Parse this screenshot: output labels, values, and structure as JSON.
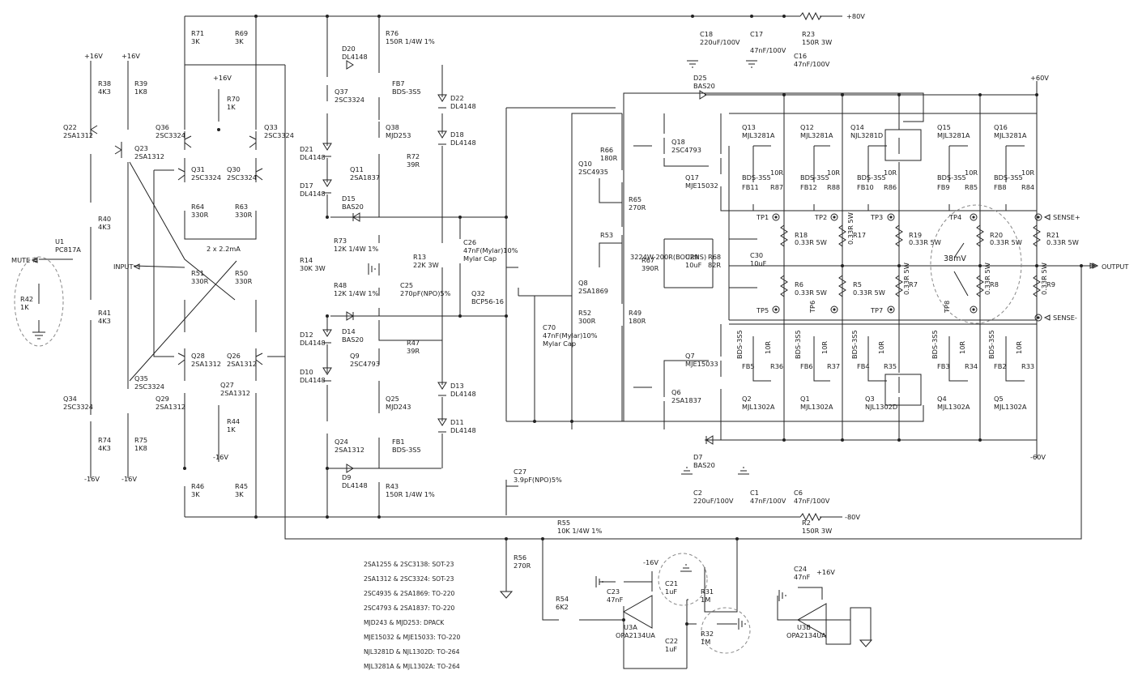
{
  "rails": {
    "pos80": "+80V",
    "neg80": "-80V",
    "pos60": "+60V",
    "neg60": "-60V",
    "pos16": "+16V",
    "neg16": "-16V"
  },
  "ports": {
    "mute": "MUTE #",
    "input": "INPUT",
    "output": "OUTPUT",
    "sense_pos": "SENSE+",
    "sense_neg": "SENSE-"
  },
  "notes": {
    "current": "2 x 2.2mA",
    "bias": "38mV"
  },
  "labels": [
    "R38",
    "4K3",
    "R39",
    "1K8",
    "Q22",
    "2SA1312",
    "Q23",
    "2SA1312",
    "R40",
    "4K3",
    "U1",
    "PC817A",
    "R42",
    "1K",
    "R41",
    "4K3",
    "Q35",
    "2SC3324",
    "Q34",
    "2SC3324",
    "R74",
    "4K3",
    "R75",
    "1K8",
    "R71",
    "3K",
    "R69",
    "3K",
    "R70",
    "1K",
    "Q36",
    "2SC3324",
    "Q33",
    "2SC3324",
    "Q31",
    "2SC3324",
    "Q30",
    "2SC3324",
    "R64",
    "330R",
    "R63",
    "330R",
    "R51",
    "330R",
    "R50",
    "330R",
    "Q28",
    "2SA1312",
    "Q26",
    "2SA1312",
    "Q27",
    "2SA1312",
    "Q29",
    "2SA1312",
    "R44",
    "1K",
    "R46",
    "3K",
    "R45",
    "3K",
    "D20",
    "DL4148",
    "R76",
    "150R 1/4W 1%",
    "Q37",
    "2SC3324",
    "FB7",
    "BDS-3S5",
    "D22",
    "DL4148",
    "D18",
    "DL4148",
    "Q38",
    "MJD253",
    "D21",
    "DL4148",
    "Q11",
    "2SA1837",
    "R72",
    "39R",
    "D17",
    "DL4148",
    "D15",
    "BAS20",
    "R73",
    "12K 1/4W 1%",
    "R14",
    "30K 3W",
    "R13",
    "22K 3W",
    "C26",
    "47nF(Mylar)10%",
    "Mylar Cap",
    "R48",
    "12K 1/4W 1%",
    "C25",
    "270pF(NPO)5%",
    "Q32",
    "BCP56-16",
    "D14",
    "BAS20",
    "D12",
    "DL4148",
    "R47",
    "39R",
    "Q9",
    "2SC4793",
    "D10",
    "DL4148",
    "D13",
    "DL4148",
    "Q25",
    "MJD243",
    "D11",
    "DL4148",
    "Q24",
    "2SA1312",
    "FB1",
    "BDS-3S5",
    "D9",
    "DL4148",
    "R43",
    "150R 1/4W 1%",
    "C70",
    "47nF(Mylar)10%",
    "Mylar Cap",
    "C27",
    "3.9pF(NPO)5%",
    "R56",
    "270R",
    "R55",
    "10K 1/4W 1%",
    "Q10",
    "2SC4935",
    "R66",
    "180R",
    "R65",
    "270R",
    "3224W-200R(BOURNS)",
    "R53",
    "Q8",
    "2SA1869",
    "R52",
    "300R",
    "R49",
    "180R",
    "R67",
    "390R",
    "C29",
    "10uF",
    "R68",
    "82R",
    "C30",
    "10uF",
    "Q18",
    "2SC4793",
    "Q17",
    "MJE15032",
    "Q7",
    "MJE15033",
    "Q6",
    "2SA1837",
    "C18",
    "220uF/100V",
    "C17",
    "47nF/100V",
    "C16",
    "47nF/100V",
    "R23",
    "150R 3W",
    "D25",
    "BAS20",
    "D7",
    "BAS20",
    "C2",
    "220uF/100V",
    "C1",
    "47nF/100V",
    "C6",
    "47nF/100V",
    "R2",
    "150R 3W",
    "Q13",
    "MJL3281A",
    "Q12",
    "MJL3281A",
    "Q14",
    "NJL3281D",
    "Q15",
    "MJL3281A",
    "Q16",
    "MJL3281A",
    "FB11",
    "BDS-3S5",
    "FB12",
    "BDS-3S5",
    "FB10",
    "BDS-3S5",
    "FB9",
    "BDS-3S5",
    "FB8",
    "BDS-3S5",
    "R87",
    "10R",
    "R88",
    "10R",
    "R86",
    "10R",
    "R85",
    "10R",
    "R84",
    "10R",
    "TP1",
    "TP2",
    "TP3",
    "TP4",
    "R18",
    "0.33R 5W",
    "R17",
    "0.33R 5W",
    "R19",
    "0.33R 5W",
    "R20",
    "0.33R 5W",
    "R21",
    "0.33R 5W",
    "R6",
    "0.33R 5W",
    "R5",
    "0.33R 5W",
    "R7",
    "0.33R 5W",
    "R8",
    "0.33R 5W",
    "R9",
    "0.33R 5W",
    "TP5",
    "TP6",
    "TP7",
    "TP8",
    "FB5",
    "BDS-3S5",
    "FB6",
    "BDS-3S5",
    "FB4",
    "BDS-3S5",
    "FB3",
    "BDS-3S5",
    "FB2",
    "BDS-3S5",
    "R36",
    "10R",
    "R37",
    "10R",
    "R35",
    "10R",
    "R34",
    "10R",
    "R33",
    "10R",
    "Q2",
    "MJL1302A",
    "Q1",
    "MJL1302A",
    "Q3",
    "NJL1302D",
    "Q4",
    "MJL1302A",
    "Q5",
    "MJL1302A",
    "R54",
    "6K2",
    "C23",
    "47nF",
    "U3A",
    "OPA2134UA",
    "C21",
    "1uF",
    "R31",
    "1M",
    "C22",
    "1uF",
    "R32",
    "1M",
    "C24",
    "47nF",
    "U3B",
    "OPA2134UA"
  ],
  "package_notes": [
    "2SA1255 & 2SC3138: SOT-23",
    "2SA1312 & 2SC3324: SOT-23",
    "2SC4935 & 2SA1869: TO-220",
    "2SC4793 & 2SA1837: TO-220",
    "MJD243 & MJD253: DPACK",
    "MJE15032 & MJE15033: TO-220",
    "NJL3281D & NJL1302D: TO-264",
    "MJL3281A & MJL1302A: TO-264"
  ]
}
